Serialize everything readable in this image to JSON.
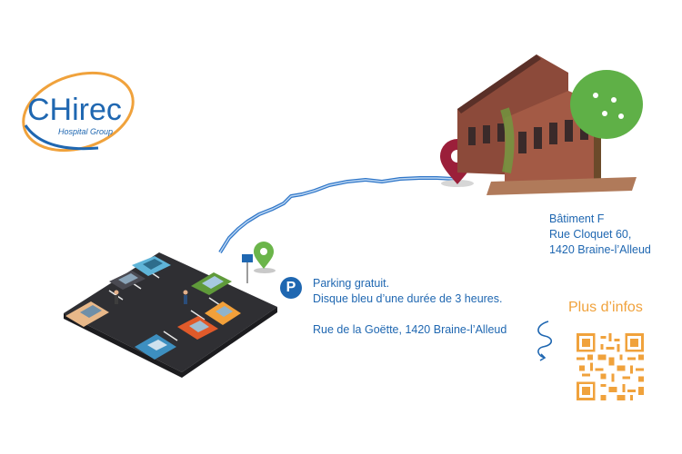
{
  "logo": {
    "brand": "CHirec",
    "subtitle": "Hospital Group"
  },
  "parking": {
    "badge": "P",
    "line1": "Parking gratuit.",
    "line2": "Disque bleu d’une durée de 3 heures.",
    "address": "Rue de la Goëtte, 1420 Braine-l’Alleud"
  },
  "building": {
    "name": "Bâtiment F",
    "street": "Rue Cloquet 60,",
    "city": "1420 Braine-l’Alleud"
  },
  "more_info": {
    "label": "Plus d’infos"
  },
  "colors": {
    "text_blue": "#1f67b1",
    "accent_orange": "#f0a23c",
    "marker_red": "#9b1f3a",
    "marker_green": "#6bb54a",
    "route_blue": "#2f76c8"
  },
  "icons": [
    "parking-icon",
    "map-marker-icon",
    "location-pin-icon",
    "qr-code-icon",
    "curly-arrow-icon"
  ]
}
